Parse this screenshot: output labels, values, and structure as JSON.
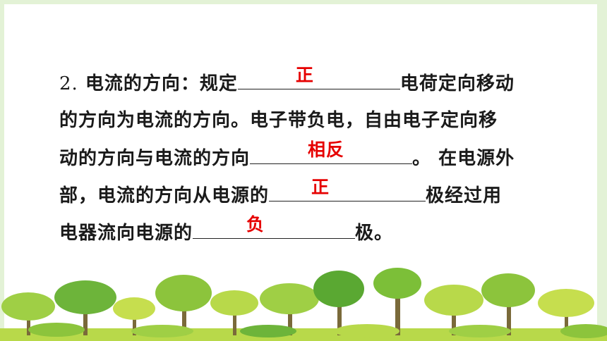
{
  "question": {
    "number": "2.",
    "line1_before": "电流的方向：规定",
    "answer1": "正",
    "line1_after": "电荷定向移动",
    "line2": "的方向为电流的方向。电子带负电，自由电子定向移",
    "line3_before": "动的方向与电流的方向",
    "answer2": "相反",
    "line3_after": "。 在电源外",
    "line4_before": "部，电流的方向从电源的",
    "answer3": "正",
    "line4_after": "极经过用",
    "line5_before": "电器流向电源的",
    "answer4": "负",
    "line5_after": "极。"
  },
  "colors": {
    "answer": "#e60000",
    "border": "#e3f2d6",
    "tree_light": "#b8d94a",
    "tree_mid": "#8cc43c",
    "tree_dark": "#5aa832"
  }
}
